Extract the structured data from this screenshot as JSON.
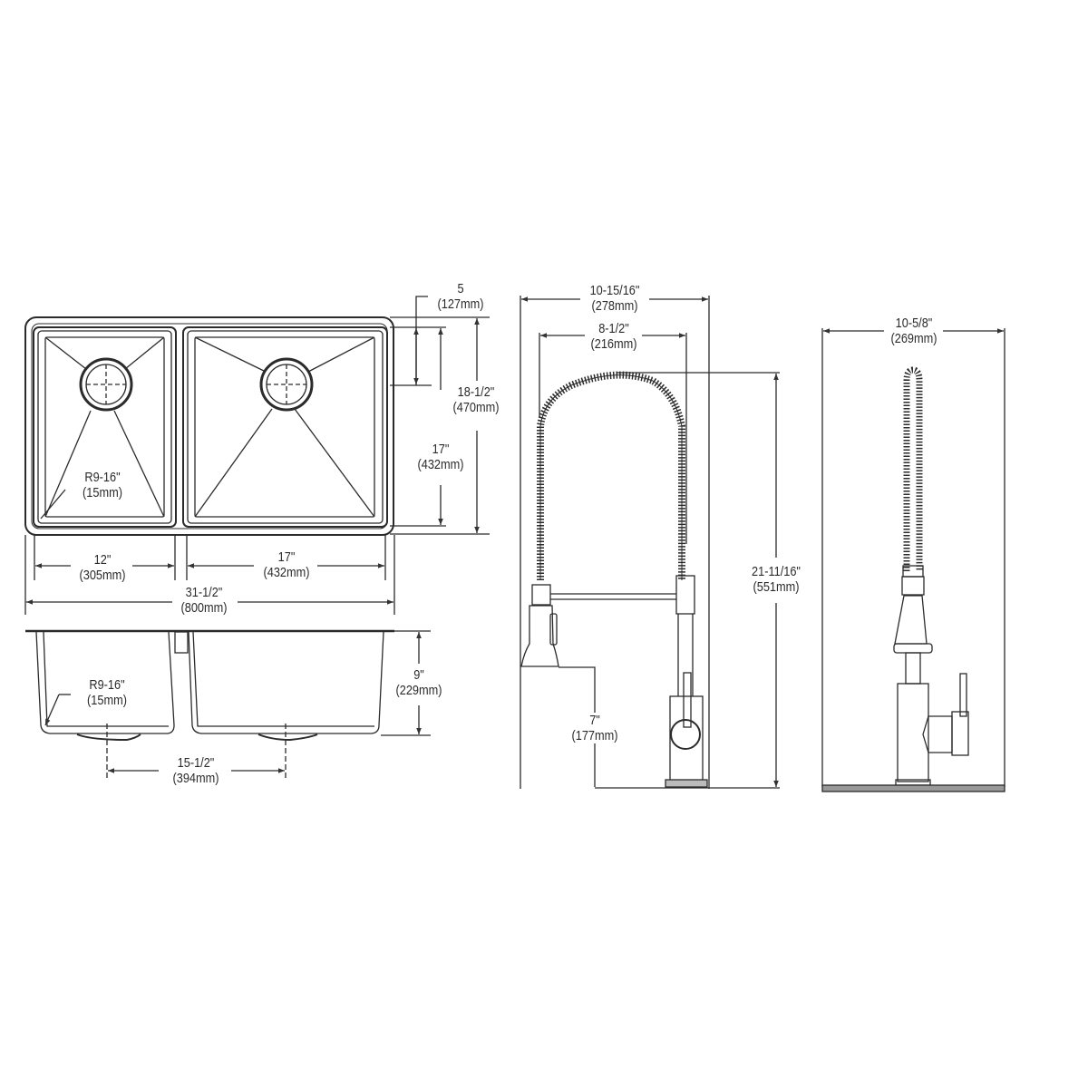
{
  "sink_top_view": {
    "drain_to_back": {
      "imperial": "5",
      "metric": "(127mm)"
    },
    "overall_depth": {
      "imperial": "18-1/2\"",
      "metric": "(470mm)"
    },
    "bowl_depth": {
      "imperial": "17\"",
      "metric": "(432mm)"
    },
    "corner_radius": {
      "imperial": "R9-16\"",
      "metric": "(15mm)"
    },
    "left_bowl_width": {
      "imperial": "12\"",
      "metric": "(305mm)"
    },
    "right_bowl_width": {
      "imperial": "17\"",
      "metric": "(432mm)"
    },
    "overall_width": {
      "imperial": "31-1/2\"",
      "metric": "(800mm)"
    }
  },
  "sink_front_view": {
    "corner_radius": {
      "imperial": "R9-16\"",
      "metric": "(15mm)"
    },
    "bowl_height": {
      "imperial": "9\"",
      "metric": "(229mm)"
    },
    "drain_spacing": {
      "imperial": "15-1/2\"",
      "metric": "(394mm)"
    }
  },
  "faucet_front_view": {
    "overall_reach": {
      "imperial": "10-15/16\"",
      "metric": "(278mm)"
    },
    "spout_reach": {
      "imperial": "8-1/2\"",
      "metric": "(216mm)"
    },
    "overall_height": {
      "imperial": "21-11/16\"",
      "metric": "(551mm)"
    },
    "spout_height": {
      "imperial": "7\"",
      "metric": "(177mm)"
    }
  },
  "faucet_side_view": {
    "base_width": {
      "imperial": "10-5/8\"",
      "metric": "(269mm)"
    }
  },
  "colors": {
    "line": "#2b2b2b",
    "background": "#ffffff"
  }
}
